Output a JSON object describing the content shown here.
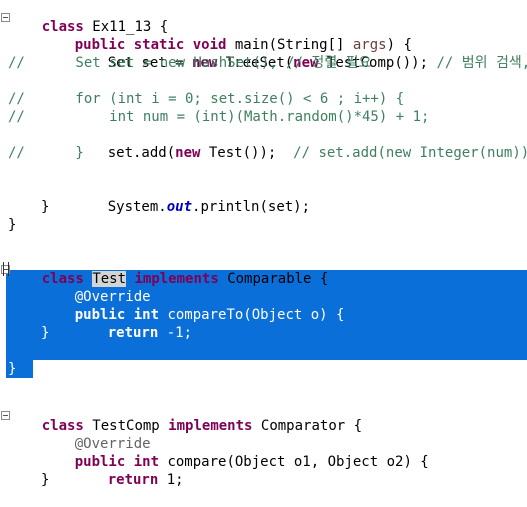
{
  "editor": {
    "lines": [
      "class Ex11_13 {",
      "public static void main(String[] args) {",
      "Set set = new TreeSet(new TestComp()); // 범위 검색, 정",
      "//      Set set = new HashSet(); // 정렬 필요",
      "//      for (int i = 0; set.size() < 6 ; i++) {",
      "//          int num = (int)(Math.random()*45) + 1;",
      "set.add(new Test());  // set.add(new Integer(num));",
      "//      }",
      "System.out.println(set);",
      "}",
      "}",
      "class Test implements Comparable {",
      "@Override",
      "public int compareTo(Object o) {",
      "return -1;",
      "}",
      "}",
      "class TestComp implements Comparator {",
      "@Override",
      "public int compare(Object o1, Object o2) {",
      "return 1;",
      "}"
    ],
    "tokens": {
      "class": "class",
      "ex_name": " Ex11_13 {",
      "public_static_void": "public static void",
      "main_rest": " main(String[] ",
      "args": "args",
      "main_end": ") {",
      "set_decl": "Set set = ",
      "new": "new",
      "treeset": " TreeSet(",
      "testcomp_call": " TestComp()); ",
      "comment_range": "// 범위 검색, 정",
      "comment_hashset": "//      Set set = new HashSet(); // 정렬 필요",
      "comment_for": "//      for (int i = 0; set.size() < 6 ; i++) {",
      "comment_num": "//          int num = (int)(Math.random()*45) + 1;",
      "set_add": "set.add(",
      "test_call": " Test());  ",
      "comment_add": "// set.add(new Integer(num));",
      "comment_close": "//      }",
      "system": "System.",
      "out": "out",
      "println": ".println(set);",
      "close": "}",
      "test_name": "Test",
      "implements": "implements",
      "comparable": " Comparable {",
      "override": "@Override",
      "public_int": "public int",
      "compareto_sig": " compareTo(Object o) {",
      "return": "return",
      "minus_one": " -1;",
      "testcomp_name": " TestComp ",
      "comparator": " Comparator {",
      "compare_sig": " compare(Object o1, Object o2) {",
      "one": " 1;"
    }
  }
}
